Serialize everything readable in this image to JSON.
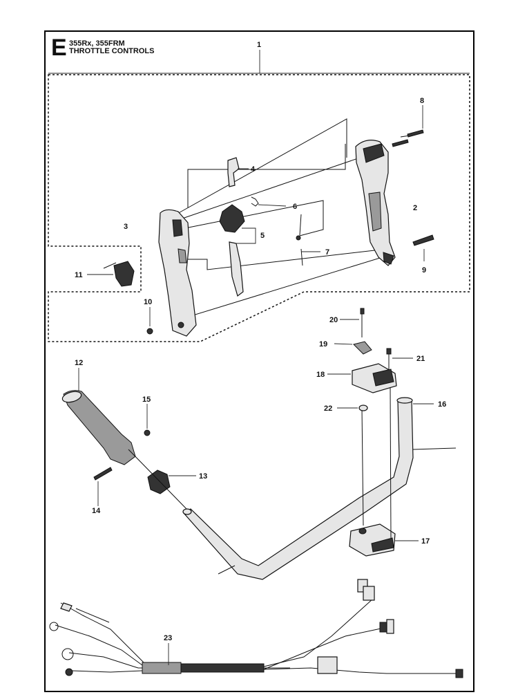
{
  "header": {
    "section_letter": "E",
    "models": "355Rx, 355FRM",
    "title": "THROTTLE CONTROLS"
  },
  "callouts": [
    "1",
    "2",
    "3",
    "4",
    "5",
    "6",
    "7",
    "8",
    "9",
    "10",
    "11",
    "12",
    "13",
    "14",
    "15",
    "16",
    "17",
    "18",
    "19",
    "20",
    "21",
    "22",
    "23"
  ]
}
